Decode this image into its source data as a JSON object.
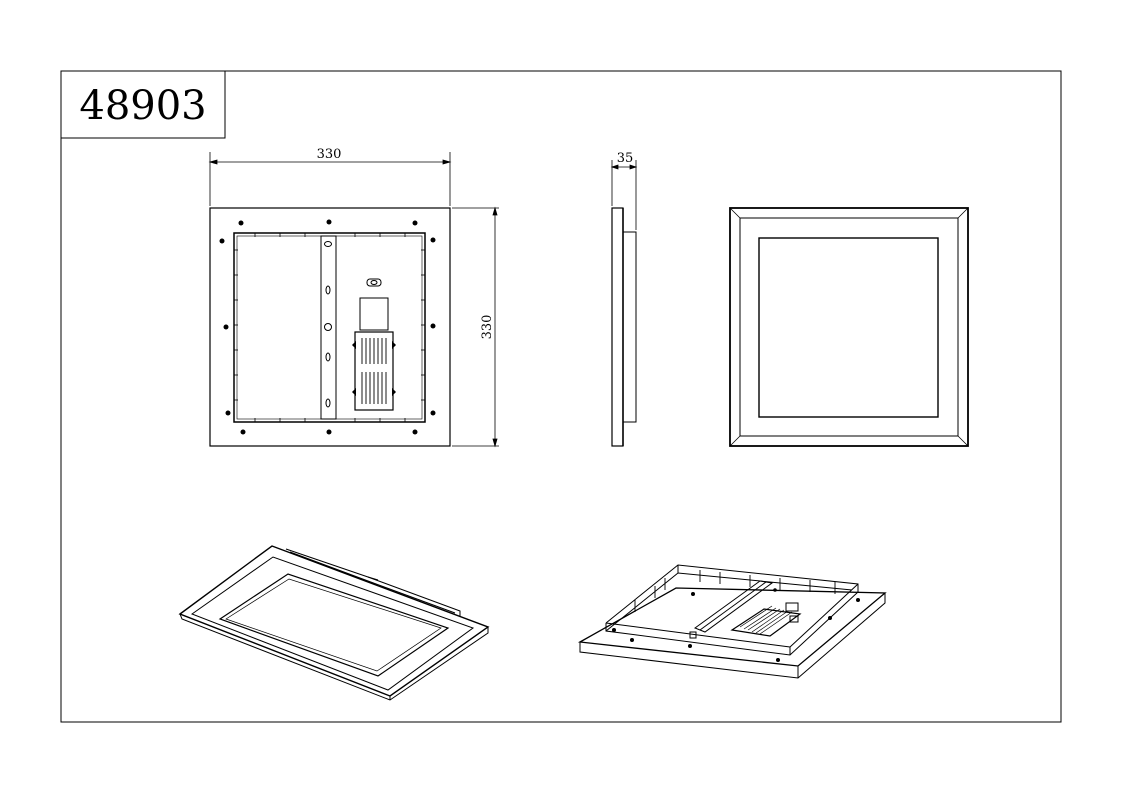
{
  "sheet": {
    "model_number": "48903"
  },
  "dimensions": {
    "width_label": "330",
    "height_label": "330",
    "depth_label": "35"
  },
  "colors": {
    "line": "#000000",
    "background": "#ffffff"
  }
}
